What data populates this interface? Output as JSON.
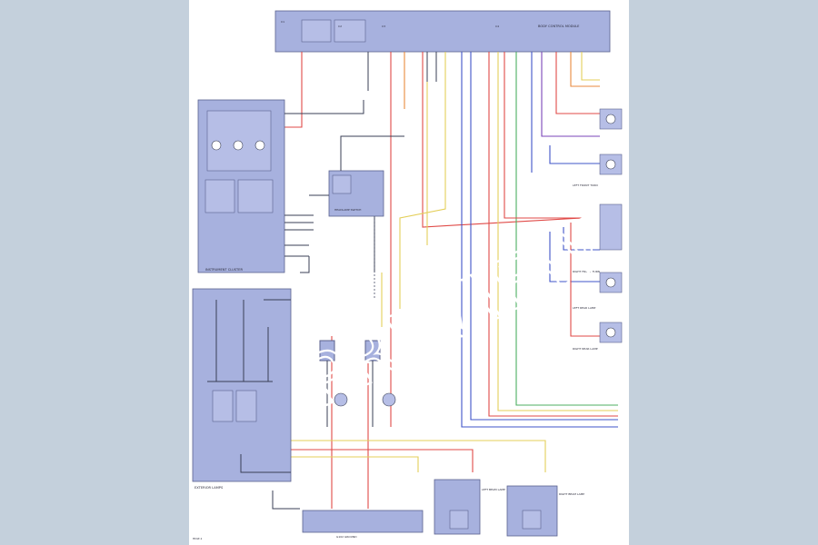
{
  "page": {
    "watermark": "PREVIEW"
  },
  "modules": {
    "main": "BODY CONTROL MODULE",
    "cluster": "INSTRUMENT CLUSTER",
    "left_panel": "EXTERIOR LAMPS",
    "dimmer": "HEADLAMP SWITCH",
    "ground_block": "G102 GROUND"
  },
  "connectors": {
    "top_a": "C1",
    "top_b": "C2",
    "top_c": "C3",
    "top_d": "C4",
    "right_a": "LEFT FRONT TURN",
    "right_b": "RIGHT FRONT TURN",
    "right_c": "LEFT REAR LAMP",
    "right_d": "RIGHT REAR LAMP",
    "bottom_left_lamp": "LEFT BEAM LAMP",
    "bottom_right_lamp": "RIGHT BEAM LAMP"
  },
  "footer": {
    "code": "HDLT-1"
  },
  "colors": {
    "background": "#c4d0dc",
    "sheet": "#ffffff",
    "module_fill": "#a7b1de",
    "red": "#e04a47",
    "blue": "#3f54c8",
    "green": "#4caf62",
    "yellow": "#e4cf5a",
    "orange": "#e98a3c",
    "violet": "#7a45b8"
  }
}
